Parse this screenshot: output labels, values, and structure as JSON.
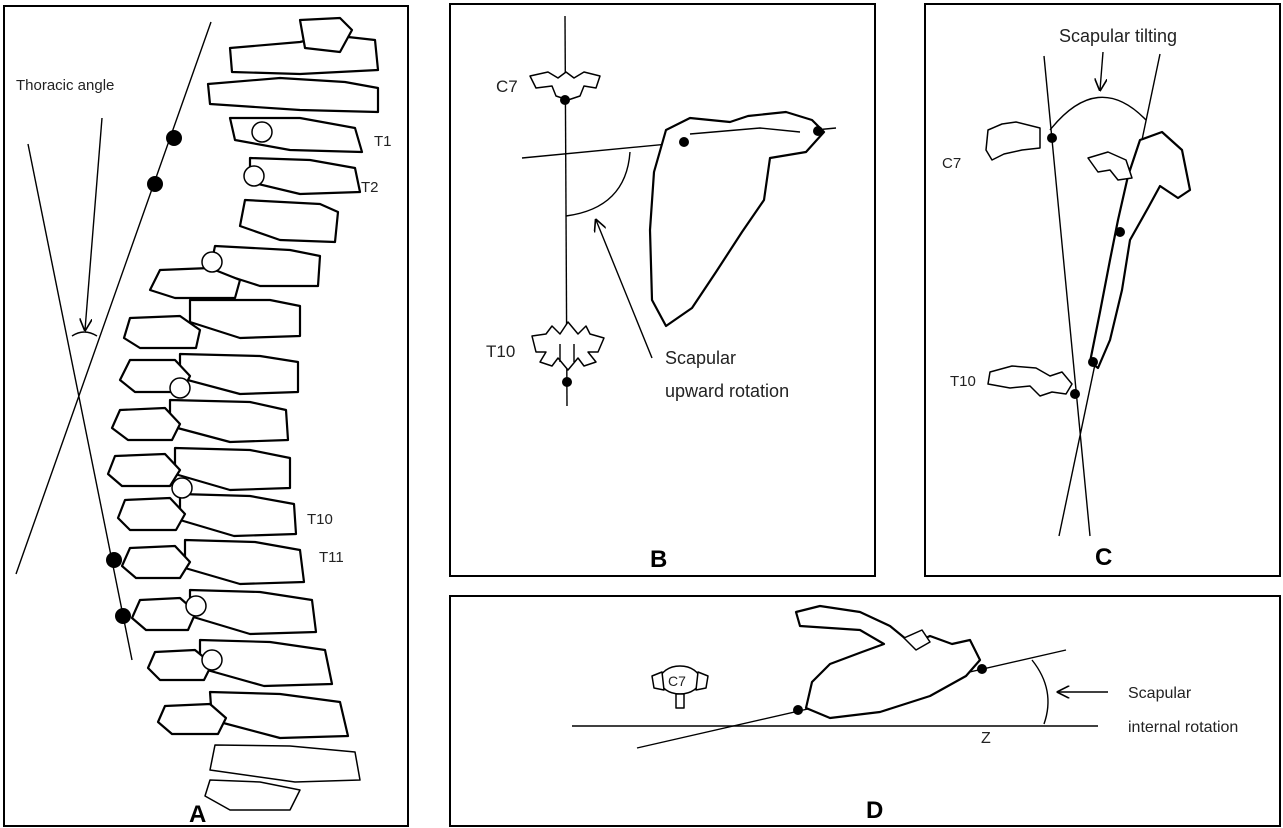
{
  "panel_a": {
    "letter": "A",
    "angle_label": "Thoracic angle",
    "vertebra_labels": [
      "T1",
      "T2",
      "T10",
      "T11"
    ]
  },
  "panel_b": {
    "letter": "B",
    "c7_label": "C7",
    "t10_label": "T10",
    "caption_line1": "Scapular",
    "caption_line2": "upward rotation"
  },
  "panel_c": {
    "letter": "C",
    "caption": "Scapular tilting",
    "c7_label": "C7",
    "t10_label": "T10"
  },
  "panel_d": {
    "letter": "D",
    "c7_label": "C7",
    "z_label": "Z",
    "caption_line1": "Scapular",
    "caption_line2": "internal rotation"
  }
}
